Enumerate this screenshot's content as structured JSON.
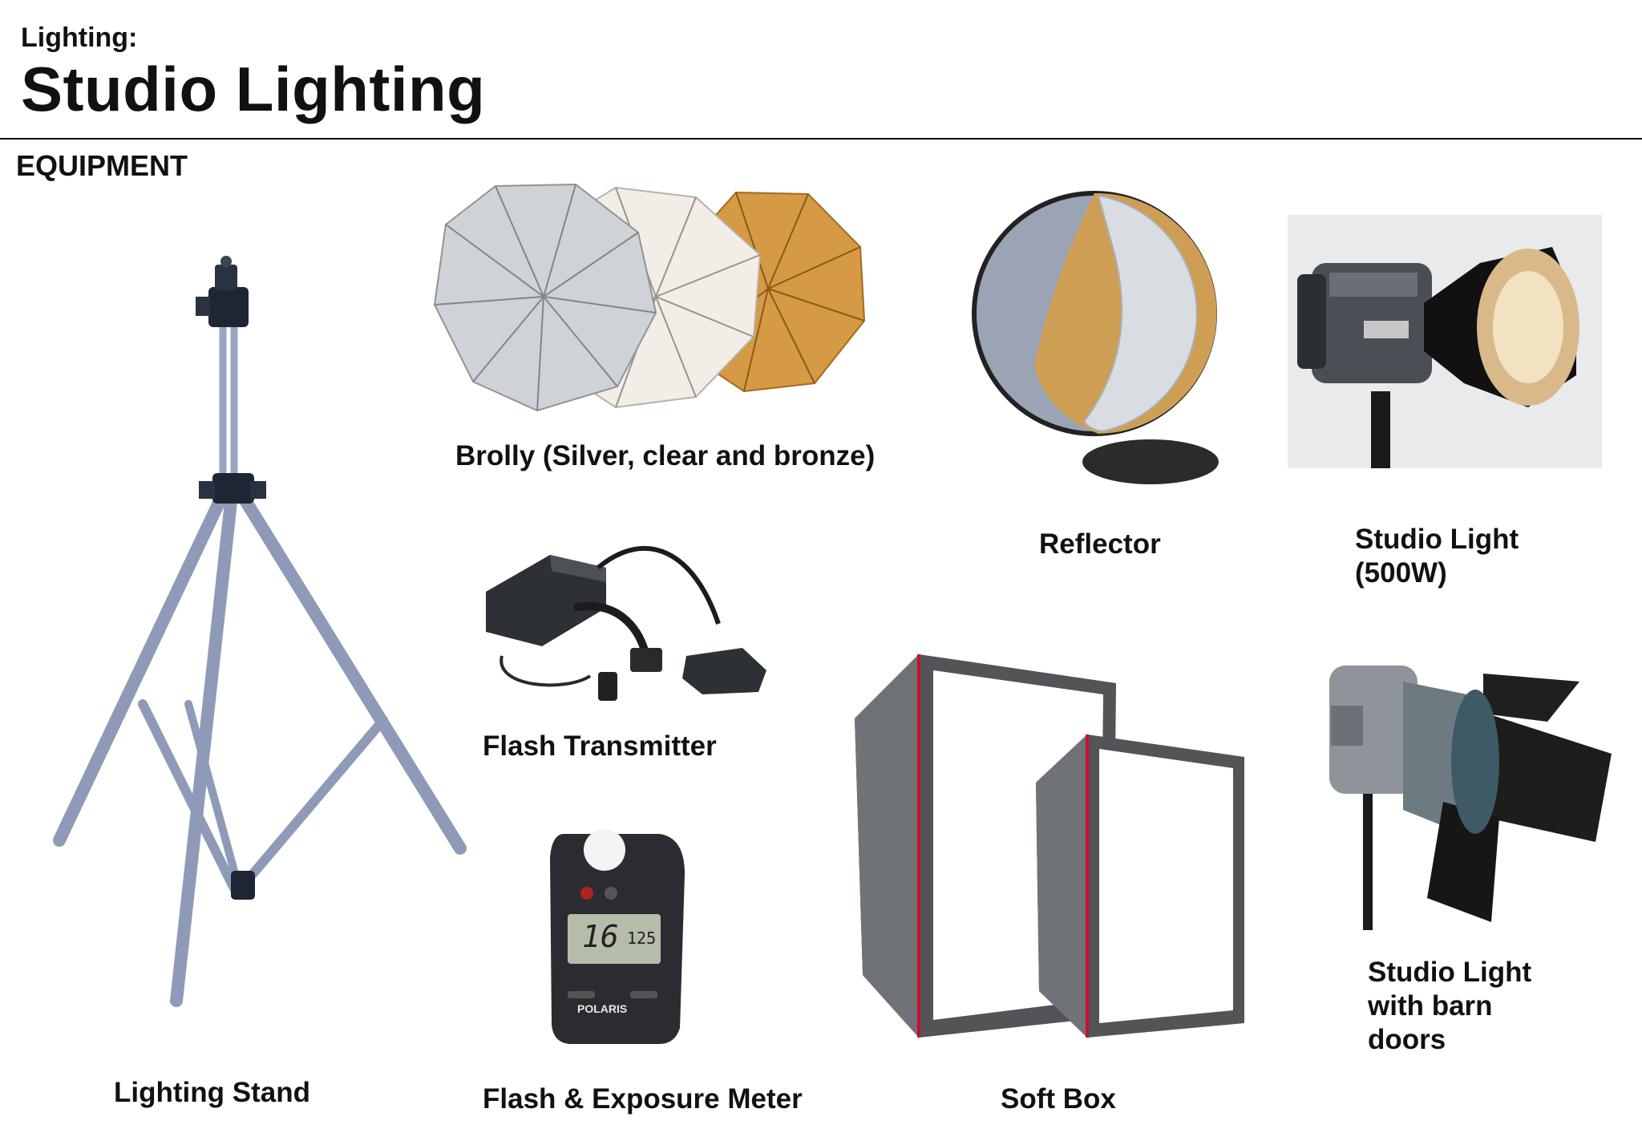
{
  "header": {
    "category": "Lighting:",
    "title": "Studio Lighting"
  },
  "section": {
    "title": "EQUIPMENT"
  },
  "items": [
    {
      "label": "Lighting Stand"
    },
    {
      "label": "Brolly (Silver, clear and bronze)"
    },
    {
      "label": "Reflector"
    },
    {
      "label": "Studio Light",
      "label2": "(500W)"
    },
    {
      "label": "Flash Transmitter"
    },
    {
      "label": "Flash & Exposure Meter"
    },
    {
      "label": "Soft Box"
    },
    {
      "label": "Studio Light",
      "label2": "with barn",
      "label3": "doors"
    }
  ],
  "meter_display": {
    "reading": "16",
    "sub": "125",
    "brand": "POLARIS"
  },
  "colors": {
    "text": "#111111",
    "rule": "#111111",
    "stand": "#8f9ab8",
    "bronze": "#d59a43",
    "softbox_edge": "#c8102e"
  }
}
